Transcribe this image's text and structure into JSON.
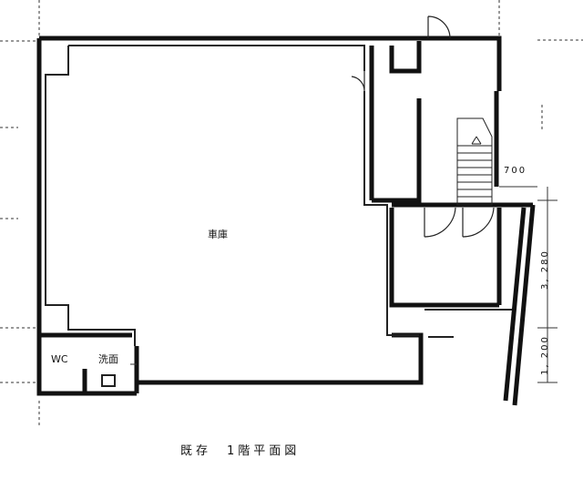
{
  "plan": {
    "caption": "既存　1階平面図",
    "rooms": {
      "garage": "車庫",
      "wc": "WC",
      "washroom": "洗面"
    },
    "dimensions": {
      "d1": "700",
      "d2": "3, 280",
      "d3": "1, 200"
    }
  }
}
